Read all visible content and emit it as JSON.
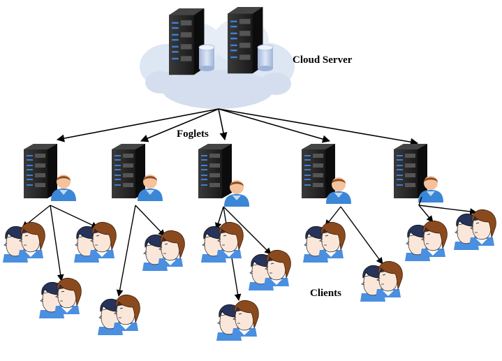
{
  "labels": {
    "cloud_server": "Cloud Server",
    "foglets": "Foglets",
    "clients": "Clients"
  },
  "colors": {
    "server_body": "#2b2b2b",
    "server_led": "#3d7fd6",
    "cloud": "#dde6f3",
    "database": "#b9c9e6",
    "person_shirt": "#3b86d6",
    "person_skin": "#f4c29d",
    "hair": "#8b4a1e",
    "arrow": "#000000"
  },
  "icons": [
    "cloud-icon",
    "server-icon",
    "database-icon",
    "person-icon",
    "client-pair-icon"
  ],
  "counts": {
    "cloud_servers": 2,
    "foglets": 5,
    "clients": 12
  }
}
